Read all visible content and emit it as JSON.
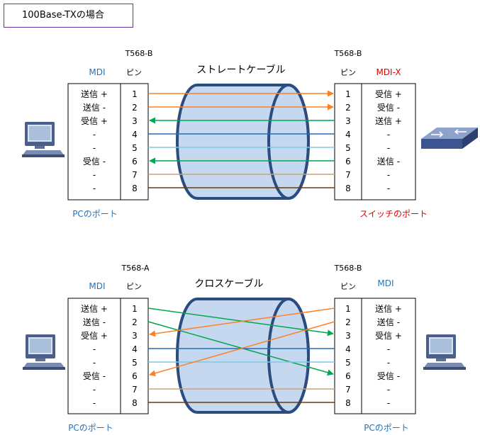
{
  "title": "100Base-TXの場合",
  "colors": {
    "accent_blue": "#1e73be",
    "accent_red": "#e00000",
    "orange": "#ff7f27",
    "green": "#00a650",
    "blue": "#1f6fbf",
    "light_blue": "#7ec8e3",
    "tan": "#c8a47c",
    "brown": "#6b3a12",
    "cable_fill": "#c5d8ef",
    "cable_stroke": "#2b4c7e"
  },
  "icons": {
    "pc": "pc-icon",
    "switch": "network-switch-icon"
  },
  "pins": [
    "1",
    "2",
    "3",
    "4",
    "5",
    "6",
    "7",
    "8"
  ],
  "straight": {
    "cable_label": "ストレートケーブル",
    "left": {
      "standard": "T568-B",
      "mode": "MDI",
      "pin_header": "ピン",
      "signals": [
        "送信 +",
        "送信 -",
        "受信 +",
        "-",
        "-",
        "受信 -",
        "-",
        "-"
      ],
      "port_label": "PCのポート"
    },
    "right": {
      "standard": "T568-B",
      "mode": "MDI-X",
      "pin_header": "ピン",
      "signals": [
        "受信 +",
        "受信 -",
        "送信 +",
        "-",
        "-",
        "送信 -",
        "-",
        "-"
      ],
      "port_label": "スイッチのポート"
    }
  },
  "cross": {
    "cable_label": "クロスケーブル",
    "left": {
      "standard": "T568-A",
      "mode": "MDI",
      "pin_header": "ピン",
      "signals": [
        "送信 +",
        "送信 -",
        "受信 +",
        "-",
        "-",
        "受信 -",
        "-",
        "-"
      ],
      "port_label": "PCのポート"
    },
    "right": {
      "standard": "T568-B",
      "mode": "MDI",
      "pin_header": "ピン",
      "signals": [
        "送信 +",
        "送信 -",
        "受信 +",
        "-",
        "-",
        "受信 -",
        "-",
        "-"
      ],
      "port_label": "PCのポート"
    }
  }
}
